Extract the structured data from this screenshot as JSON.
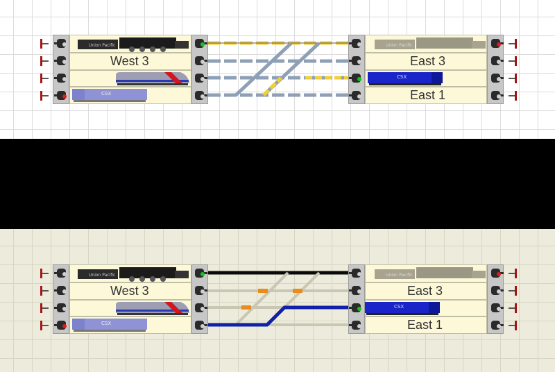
{
  "panels": [
    {
      "id": "top",
      "labels": {
        "west3": "West 3",
        "east3": "East 3",
        "east1": "East 1"
      },
      "signals_left": [
        {
          "aspect": "dark"
        },
        {
          "aspect": "dark"
        },
        {
          "aspect": "dark"
        },
        {
          "aspect": "red"
        }
      ],
      "signals_west_exit": [
        {
          "aspect": "green"
        },
        {
          "aspect": "dark"
        },
        {
          "aspect": "dark"
        },
        {
          "aspect": "dark"
        }
      ],
      "signals_east_entry": [
        {
          "aspect": "dark"
        },
        {
          "aspect": "dark"
        },
        {
          "aspect": "green"
        },
        {
          "aspect": "dark"
        }
      ],
      "signals_right": [
        {
          "aspect": "red"
        },
        {
          "aspect": "dark"
        },
        {
          "aspect": "dark"
        },
        {
          "aspect": "dark"
        }
      ],
      "route_style": "dashed-yellow",
      "trains": [
        {
          "name": "Steam locomotive",
          "color": "#2b2b2b",
          "logo": "Union Pacific"
        },
        {
          "name": "Amtrak locomotive",
          "color": "#9d9db3",
          "logo": ""
        },
        {
          "name": "Blue diesel",
          "color": "#8f93d6",
          "logo": "CSX"
        },
        {
          "name": "Ghost steam locomotive",
          "color": "#a7a38f",
          "logo": "Union Pacific"
        },
        {
          "name": "Blue diesel east",
          "color": "#1a24c9",
          "logo": "CSX"
        }
      ]
    },
    {
      "id": "bottom",
      "labels": {
        "west3": "West 3",
        "east3": "East 3",
        "east1": "East 1"
      },
      "signals_left": [
        {
          "aspect": "dark"
        },
        {
          "aspect": "dark"
        },
        {
          "aspect": "dark"
        },
        {
          "aspect": "red"
        }
      ],
      "signals_west_exit": [
        {
          "aspect": "green"
        },
        {
          "aspect": "dark"
        },
        {
          "aspect": "dark"
        },
        {
          "aspect": "dark"
        }
      ],
      "signals_east_entry": [
        {
          "aspect": "dark"
        },
        {
          "aspect": "dark"
        },
        {
          "aspect": "green"
        },
        {
          "aspect": "dark"
        }
      ],
      "signals_right": [
        {
          "aspect": "red"
        },
        {
          "aspect": "dark"
        },
        {
          "aspect": "dark"
        },
        {
          "aspect": "dark"
        }
      ],
      "route_style": "solid-black-blue"
    }
  ],
  "colors": {
    "route_active_top": "#f0cf3a",
    "route_inactive_top": "#8ea0b6",
    "route_black": "#0a0a0a",
    "route_blue": "#1020a8",
    "switch_orange": "#e98c1a",
    "block_fill": "#fdf9d8"
  }
}
